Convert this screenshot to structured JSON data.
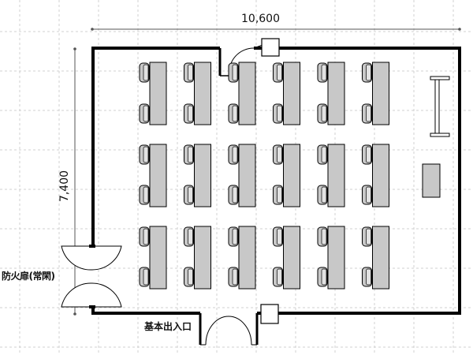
{
  "title": "",
  "dimensions": {
    "width_label": "10,600",
    "height_label": "7,400"
  },
  "labels": {
    "fire_door": "防火扉(常閑)",
    "main_entrance": "基本出入口"
  },
  "layout": {
    "desk_rows": 3,
    "desk_columns": 6,
    "chairs_per_desk": 2
  },
  "colors": {
    "desk_fill": "#c8c8c8",
    "wall": "#000000",
    "grid": "#d0d0d0"
  }
}
